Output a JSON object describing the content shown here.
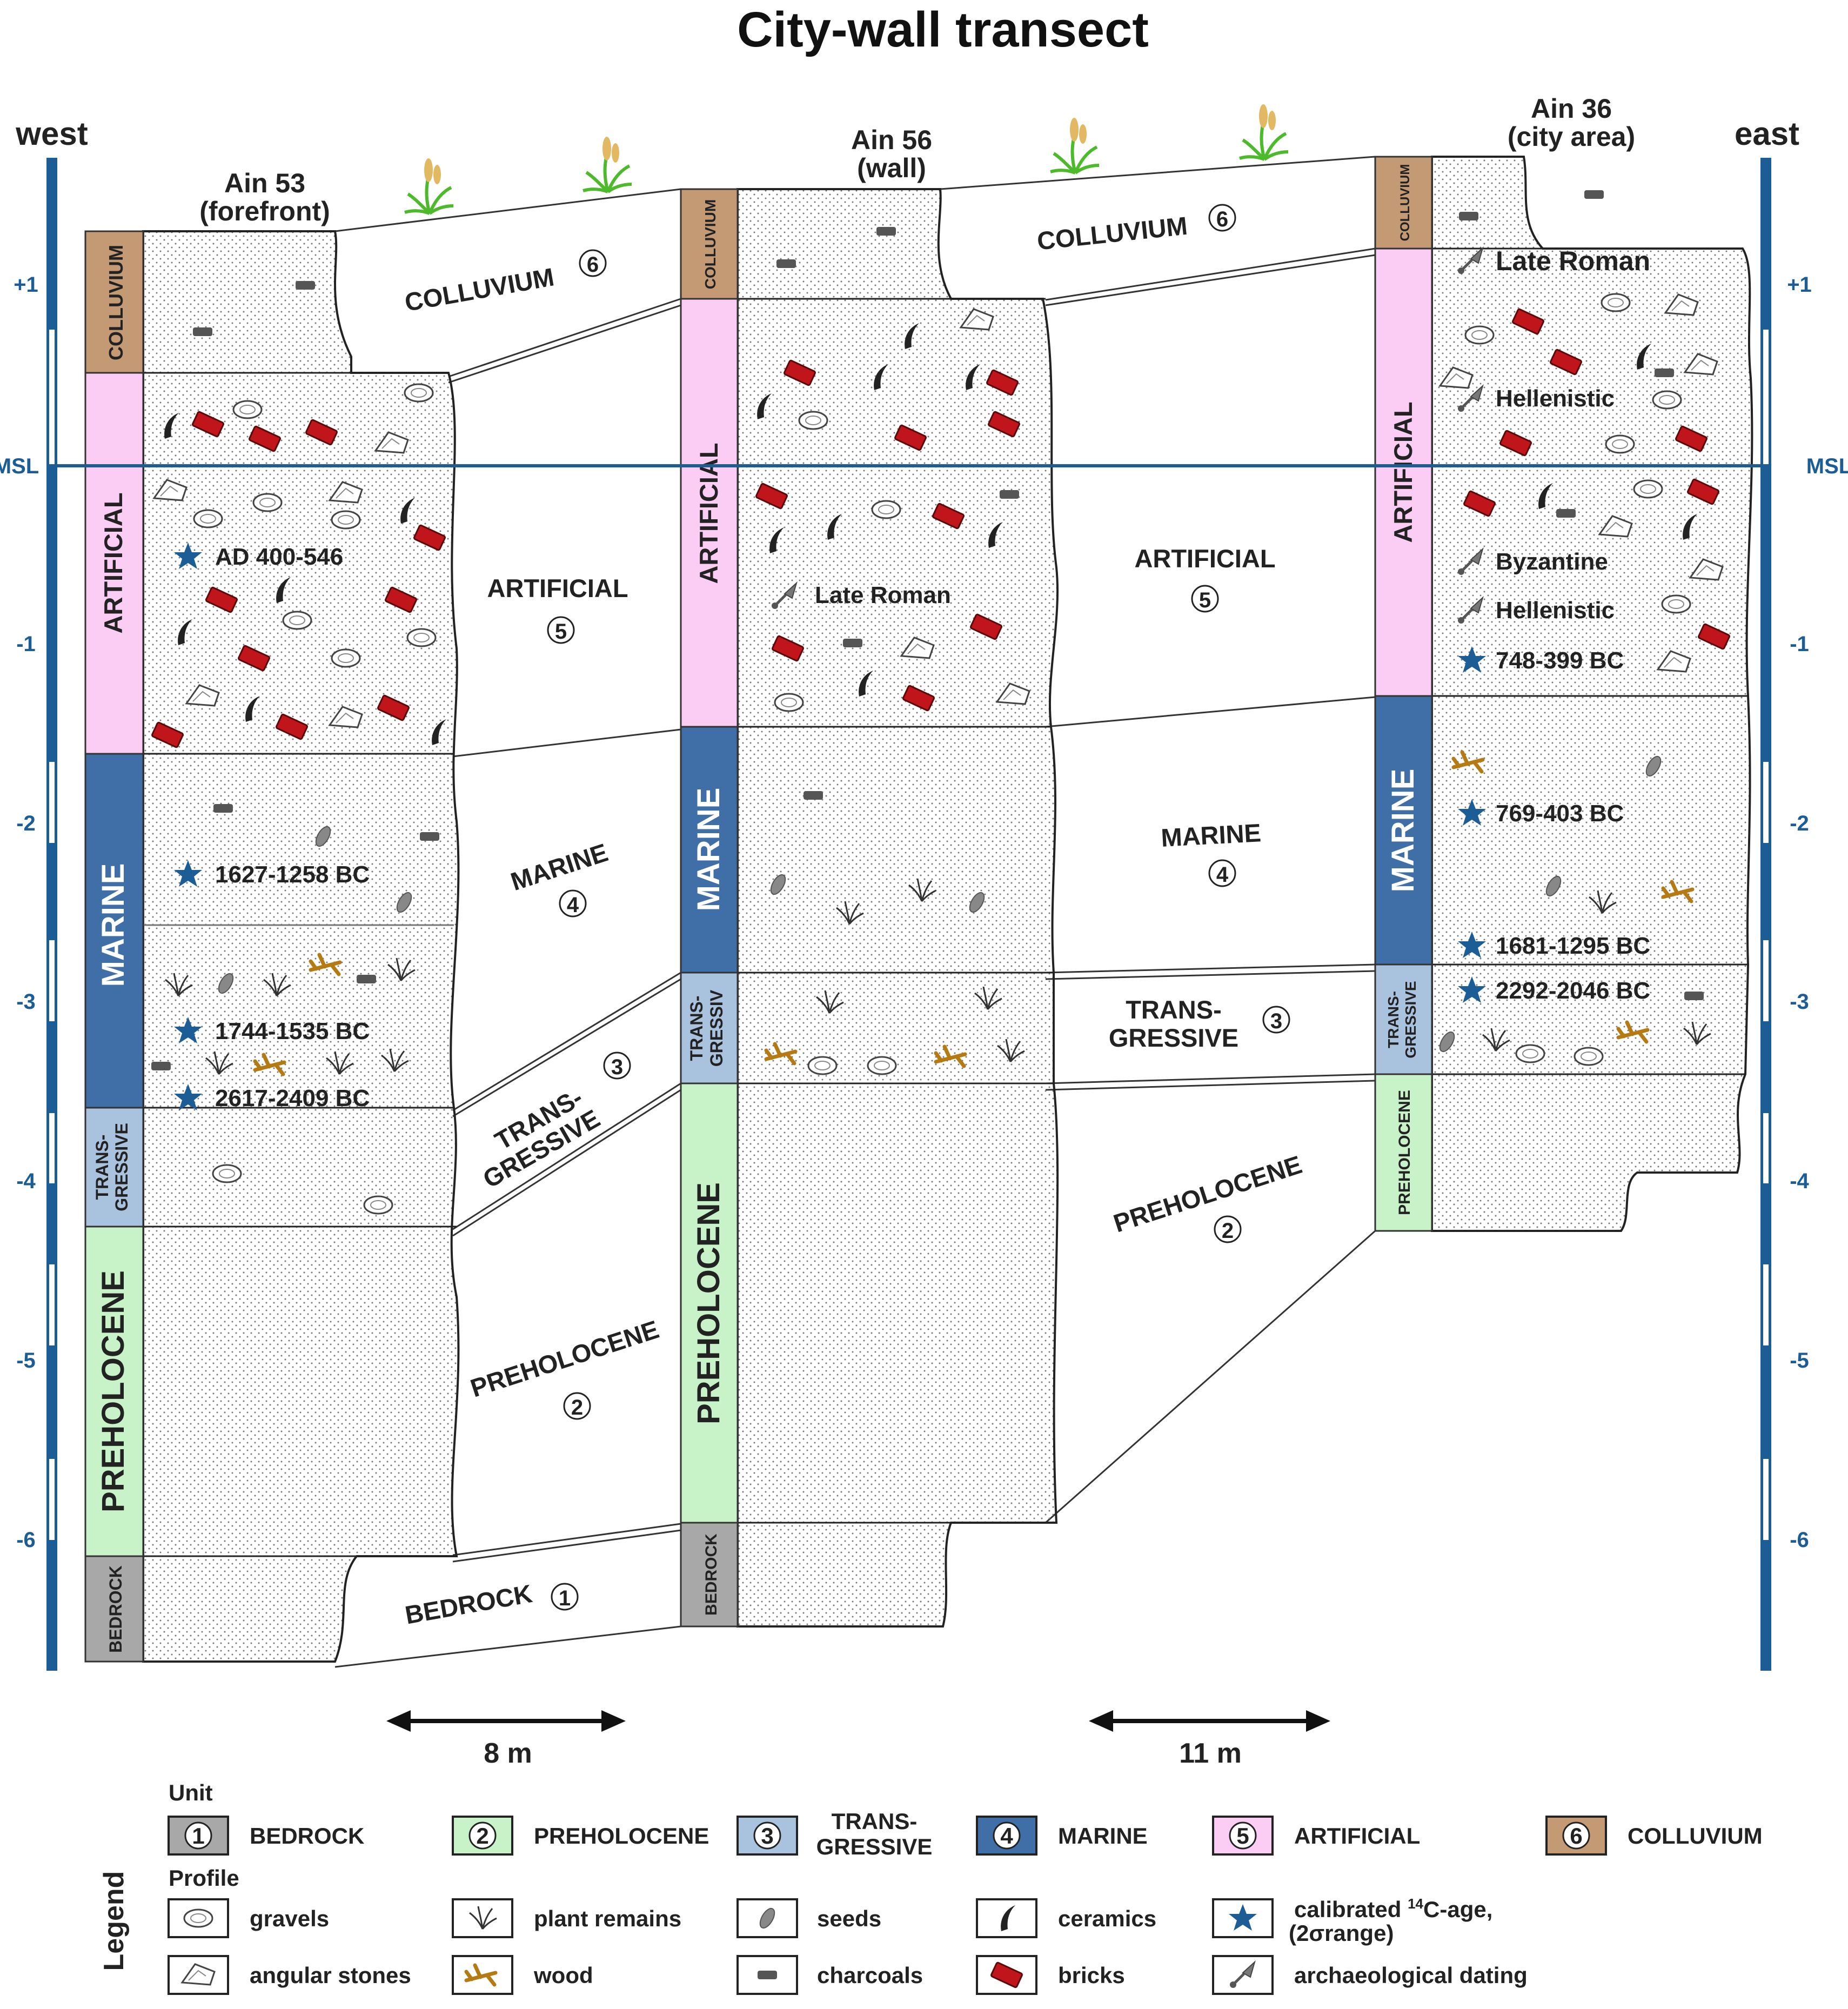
{
  "title": "City-wall transect",
  "direction": {
    "west": "west",
    "east": "east"
  },
  "axis": {
    "msl": "MSL",
    "ticks": [
      "+1",
      "-1",
      "-2",
      "-3",
      "-4",
      "-5",
      "-6"
    ]
  },
  "profiles": [
    {
      "name": "Ain 53",
      "sub": "(forefront)",
      "units": [
        "BEDROCK",
        "PREHOLOCENE",
        "TRANS-",
        "GRESSIVE",
        "MARINE",
        "ARTIFICIAL",
        "COLLUVIUM"
      ],
      "dates": [
        "AD 400-546",
        "1627-1258 BC",
        "1744-1535 BC",
        "2617-2409 BC"
      ]
    },
    {
      "name": "Ain 56",
      "sub": "(wall)",
      "units": [
        "BEDROCK",
        "PREHOLOCENE",
        "TRANS-",
        "GRESSIV",
        "MARINE",
        "ARTIFICIAL",
        "COLLUVIUM"
      ],
      "archaeo": [
        "Late Roman"
      ]
    },
    {
      "name": "Ain 36",
      "sub": "(city area)",
      "units": [
        "PREHOLOCENE",
        "TRANS-",
        "GRESSIVE",
        "MARINE",
        "ARTIFICIAL",
        "COLLUVIUM"
      ],
      "archaeo": [
        "Late Roman",
        "Hellenistic",
        "Byzantine",
        "Hellenistic"
      ],
      "dates": [
        "748-399 BC",
        "769-403 BC",
        "1681-1295 BC",
        "2292-2046 BC"
      ]
    }
  ],
  "correlation": {
    "colluvium": "COLLUVIUM",
    "artificial": "ARTIFICIAL",
    "marine": "MARINE",
    "trans1": "TRANS-",
    "trans2": "GRESSIVE",
    "preholocene": "PREHOLOCENE",
    "bedrock": "BEDROCK",
    "num1": "1",
    "num2": "2",
    "num3": "3",
    "num4": "4",
    "num5": "5",
    "num6": "6"
  },
  "scale": {
    "left": "8 m",
    "right": "11 m"
  },
  "legend": {
    "title": "Legend",
    "unit_heading": "Unit",
    "profile_heading": "Profile",
    "units": [
      {
        "num": "1",
        "label": "BEDROCK",
        "color": "#a8a8a8"
      },
      {
        "num": "2",
        "label": "PREHOLOCENE",
        "color": "#c8f2c8"
      },
      {
        "num": "3",
        "label": "TRANS-",
        "label2": "GRESSIVE",
        "color": "#a9c2de"
      },
      {
        "num": "4",
        "label": "MARINE",
        "color": "#3f6fa6"
      },
      {
        "num": "5",
        "label": "ARTIFICIAL",
        "color": "#fbcdf5"
      },
      {
        "num": "6",
        "label": "COLLUVIUM",
        "color": "#c49a74"
      }
    ],
    "symbols": [
      {
        "label": "gravels"
      },
      {
        "label": "plant remains"
      },
      {
        "label": "seeds"
      },
      {
        "label": "ceramics"
      },
      {
        "label": "calibrated ",
        "sup": "14",
        "tail": "C-age,",
        "label2": "(2σrange)"
      },
      {
        "label": "angular stones"
      },
      {
        "label": "wood"
      },
      {
        "label": "charcoals"
      },
      {
        "label": "bricks"
      },
      {
        "label": "archaeological dating"
      }
    ]
  },
  "colors": {
    "msl": "#1c5d96",
    "star": "#1c5d96",
    "brick": "#c0151a",
    "wood": "#b57a12"
  }
}
